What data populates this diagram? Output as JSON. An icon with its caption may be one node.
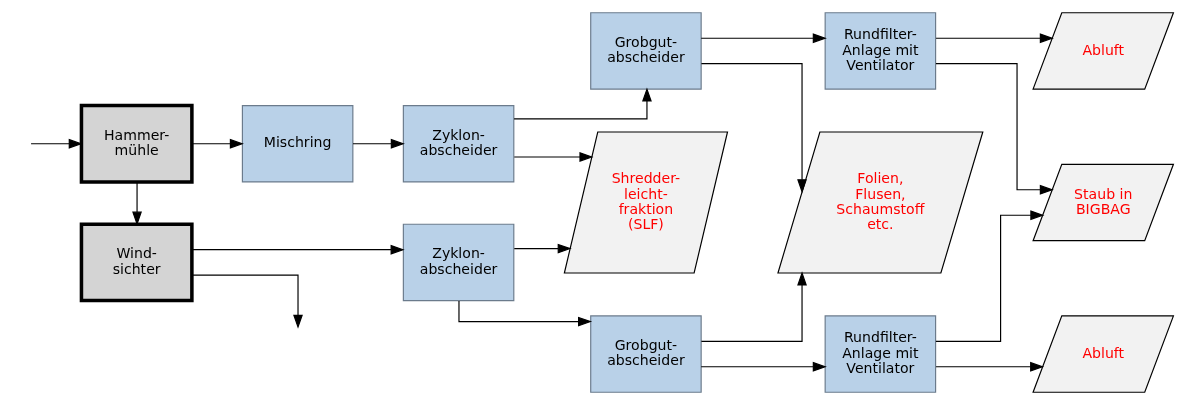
{
  "diagram": {
    "nodes": [
      {
        "text": [
          "Hammer- mühle"
        ]
      },
      {
        "text": [
          "Mischring"
        ]
      },
      {
        "text": [
          "Zyklon- abscheider"
        ]
      },
      {
        "text": [
          "Grobgut- abscheider"
        ]
      },
      {
        "text": [
          "Rundfilter- Anlage mit Ventilator"
        ]
      },
      {
        "text": [
          "Abluft"
        ]
      },
      {
        "text": [
          "Wind- sichter"
        ]
      },
      {
        "text": [
          "Zyklon- abscheider"
        ]
      },
      {
        "text": [
          "Grobgut- abscheider"
        ]
      },
      {
        "text": [
          "Rundfilter- Anlage mit Ventilator"
        ]
      },
      {
        "text": [
          "Abluft"
        ]
      },
      {
        "text": [
          "Shredder- leicht- fraktion (SLF)"
        ]
      },
      {
        "text": [
          "Folien, Flusen, Schaumstoff etc."
        ]
      },
      {
        "text": [
          "Staub in BIGBAG"
        ]
      }
    ],
    "edges": [
      {
        "from": null,
        "to": 0,
        "arrow": "to"
      },
      {
        "from": 0,
        "to": 1,
        "arrow": "to"
      },
      {
        "from": 1,
        "to": 2,
        "arrow": "to"
      },
      {
        "from": 2,
        "to": 3,
        "arrow": "to"
      },
      {
        "from": 3,
        "to": 4,
        "arrow": "to"
      },
      {
        "from": 4,
        "to": 5,
        "arrow": "to"
      },
      {
        "from": 0,
        "to": 6,
        "arrow": "to"
      },
      {
        "from": 6,
        "to": null,
        "arrow": "to"
      },
      {
        "from": 6,
        "to": 7,
        "arrow": "to"
      },
      {
        "from": 7,
        "to": 8,
        "arrow": "to"
      },
      {
        "from": 8,
        "to": 9,
        "arrow": "to"
      },
      {
        "from": 9,
        "to": 10,
        "arrow": "to"
      },
      {
        "from": 2,
        "to": 11,
        "arrow": "to"
      },
      {
        "from": 7,
        "to": 11,
        "arrow": "to"
      },
      {
        "from": 3,
        "to": 12,
        "arrow": "to"
      },
      {
        "from": 8,
        "to": 12,
        "arrow": "to"
      },
      {
        "from": 4,
        "to": 13,
        "arrow": "to"
      },
      {
        "from": 9,
        "to": 13,
        "arrow": "to"
      }
    ]
  }
}
